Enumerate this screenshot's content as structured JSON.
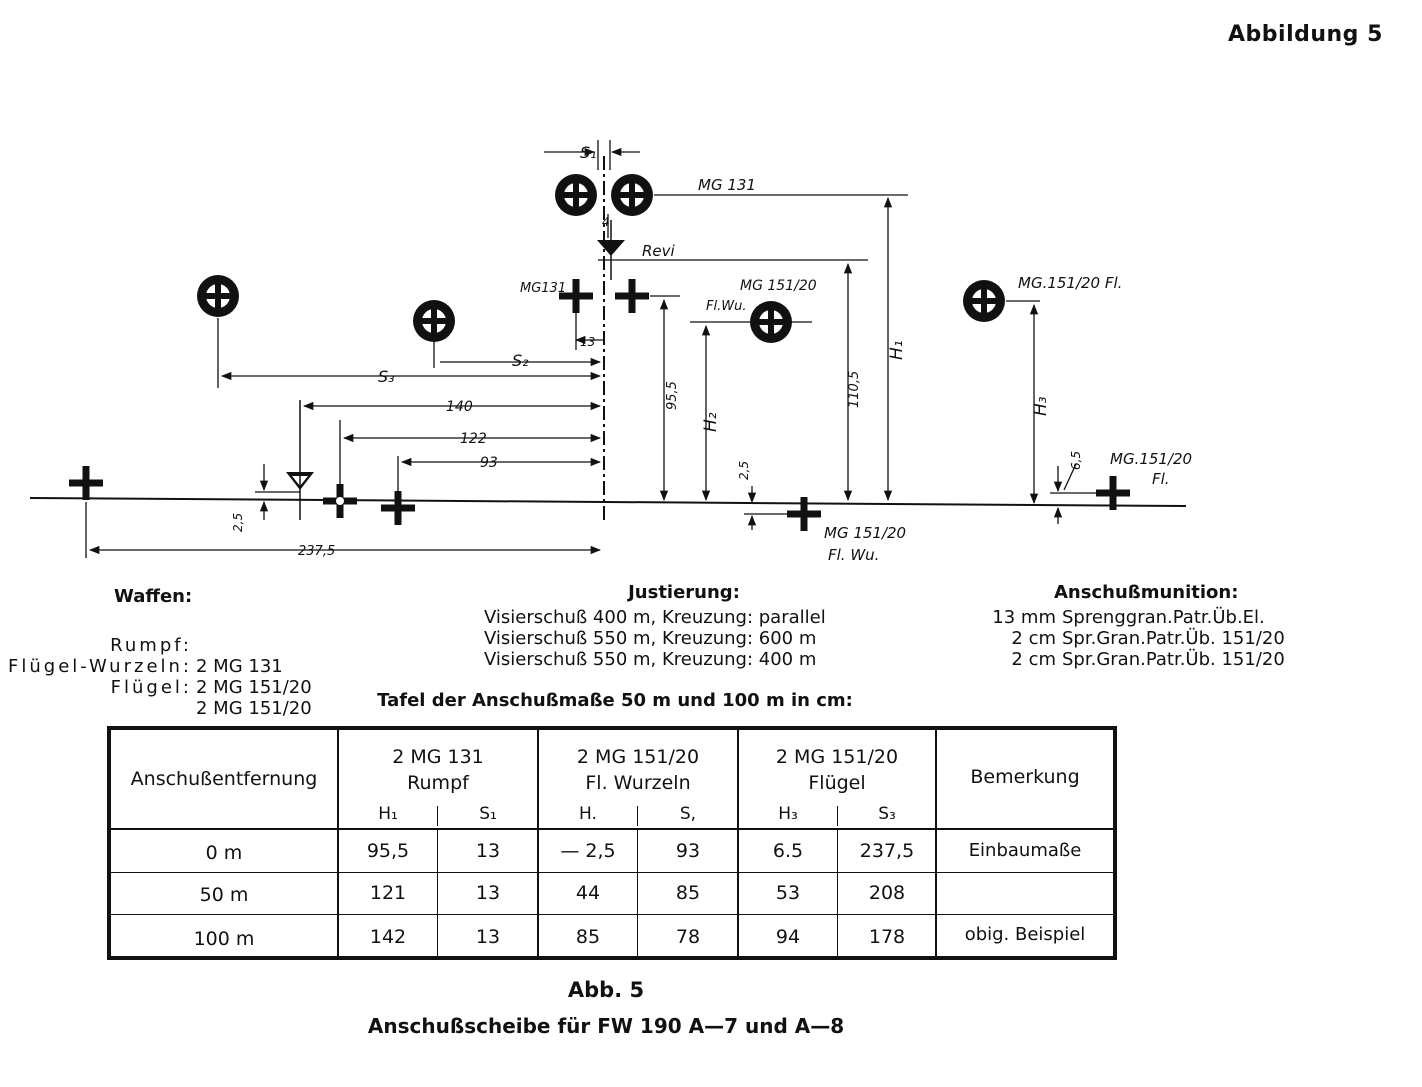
{
  "figure_label": "Abbildung 5",
  "diagram": {
    "labels": {
      "mg131_top": "MG 131",
      "revi": "Revi",
      "mg131_cross": "MG131",
      "mg15120_flwu_top": "MG 151/20",
      "flwu_top": "Fl.Wu.",
      "mg15120_fl_top": "MG.151/20 Fl.",
      "mg15120_fl_bottom": "MG.151/20",
      "fl_bottom": "Fl.",
      "mg15120_flwu_bottom": "MG 151/20",
      "flwu_bottom": "Fl. Wu."
    },
    "dims": {
      "s1": "S₁",
      "s2": "S₂",
      "s3": "S₃",
      "h1": "H₁",
      "h2": "H₂",
      "h3": "H₃",
      "four": "4",
      "thirteen": "13",
      "v140": "140",
      "v122": "122",
      "v93": "93",
      "v2375": "237,5",
      "v955": "95,5",
      "v1105": "110,5",
      "v25_left": "2,5",
      "v25_mid": "2,5",
      "v65": "6,5"
    }
  },
  "weapons": {
    "title": "Waffen:",
    "rows": [
      {
        "key": "Rumpf:",
        "value": "2 MG 131"
      },
      {
        "key": "Flügel-Wurzeln:",
        "value": "2 MG 151/20"
      },
      {
        "key": "Flügel:",
        "value": "2 MG 151/20"
      }
    ]
  },
  "adjustment": {
    "title": "Justierung:",
    "lines": [
      "Visierschuß 400 m, Kreuzung: parallel",
      "Visierschuß 550 m, Kreuzung: 600 m",
      "Visierschuß 550 m, Kreuzung: 400 m"
    ]
  },
  "ammunition": {
    "title": "Anschußmunition:",
    "rows": [
      {
        "cal": "13 mm",
        "name": "Sprenggran.Patr.Üb.El."
      },
      {
        "cal": "2 cm",
        "name": "Spr.Gran.Patr.Üb. 151/20"
      },
      {
        "cal": "2 cm",
        "name": "Spr.Gran.Patr.Üb. 151/20"
      }
    ]
  },
  "table": {
    "title": "Tafel der Anschußmaße 50 m und 100 m in cm:",
    "col_distance": "Anschußentfernung",
    "groups": [
      {
        "line1": "2 MG 131",
        "line2": "Rumpf",
        "h": "H₁",
        "s": "S₁"
      },
      {
        "line1": "2 MG 151/20",
        "line2": "Fl. Wurzeln",
        "h": "H.",
        "s": "S,"
      },
      {
        "line1": "2 MG 151/20",
        "line2": "Flügel",
        "h": "H₃",
        "s": "S₃"
      }
    ],
    "col_remark": "Bemerkung",
    "rows": [
      {
        "dist": "0 m",
        "h1": "95,5",
        "s1": "13",
        "h2": "— 2,5",
        "s2": "93",
        "h3": "6.5",
        "s3": "237,5",
        "remark": "Einbaumaße"
      },
      {
        "dist": "50 m",
        "h1": "121",
        "s1": "13",
        "h2": "44",
        "s2": "85",
        "h3": "53",
        "s3": "208",
        "remark": ""
      },
      {
        "dist": "100 m",
        "h1": "142",
        "s1": "13",
        "h2": "85",
        "s2": "78",
        "h3": "94",
        "s3": "178",
        "remark": "obig. Beispiel"
      }
    ]
  },
  "caption": {
    "line1": "Abb. 5",
    "line2": "Anschußscheibe für FW 190 A—7 und A—8"
  }
}
